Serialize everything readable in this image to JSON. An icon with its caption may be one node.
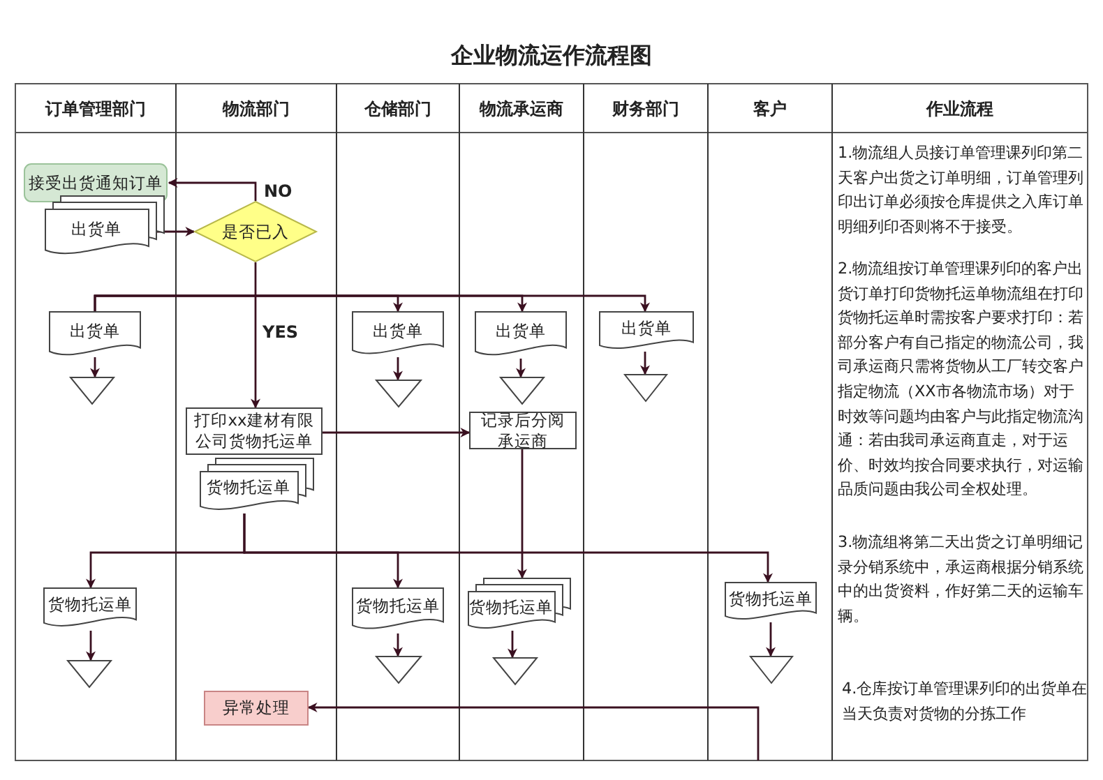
{
  "diagram": {
    "title": "企业物流运作流程图",
    "nodes": [
      {
        "text": [
          "接受出货通知订单"
        ]
      },
      {
        "text": [
          "出货单"
        ]
      },
      {
        "text": [
          "是否已入"
        ]
      },
      {
        "text": [
          "出货单"
        ]
      },
      {
        "text": [],
        "shape": "triangle"
      },
      {
        "text": [
          "出货单"
        ]
      },
      {
        "text": [],
        "shape": "triangle"
      },
      {
        "text": [
          "出货单"
        ]
      },
      {
        "text": [],
        "shape": "triangle"
      },
      {
        "text": [
          "出货单"
        ]
      },
      {
        "text": [],
        "shape": "triangle"
      },
      {
        "text": [
          "打印xx建材有限公司货物托运单"
        ]
      },
      {
        "text": [
          "记录后分阅承运商"
        ]
      },
      {
        "text": [
          "货物托运单"
        ]
      },
      {
        "text": [
          "货物托运单"
        ]
      },
      {
        "text": [],
        "shape": "triangle"
      },
      {
        "text": [
          "货物托运单"
        ]
      },
      {
        "text": [],
        "shape": "triangle"
      },
      {
        "text": [
          "货物托运单"
        ]
      },
      {
        "text": [],
        "shape": "triangle"
      },
      {
        "text": [
          "货物托运单"
        ]
      },
      {
        "text": [],
        "shape": "triangle"
      },
      {
        "text": [
          "异常处理"
        ]
      }
    ],
    "edges": [
      {
        "from": 1,
        "to": 2,
        "arrow": "to"
      },
      {
        "from": 2,
        "to": 0,
        "arrow": "to",
        "label": "NO"
      },
      {
        "from": 2,
        "to": 11,
        "arrow": "to",
        "label": "YES"
      },
      {
        "from": 3,
        "to": 4,
        "arrow": "to"
      },
      {
        "from": 3,
        "to": 5,
        "arrow": "to"
      },
      {
        "from": 3,
        "to": 7,
        "arrow": "to"
      },
      {
        "from": 3,
        "to": 9,
        "arrow": "to"
      },
      {
        "from": 5,
        "to": 6,
        "arrow": "to"
      },
      {
        "from": 7,
        "to": 8,
        "arrow": "to"
      },
      {
        "from": 9,
        "to": 10,
        "arrow": "to"
      },
      {
        "from": 11,
        "to": 12,
        "arrow": "to"
      },
      {
        "from": 13,
        "to": 14,
        "arrow": "to"
      },
      {
        "from": 13,
        "to": 16,
        "arrow": "to"
      },
      {
        "from": 13,
        "to": 20,
        "arrow": "to"
      },
      {
        "from": 12,
        "to": 18,
        "arrow": "to"
      },
      {
        "from": 14,
        "to": 15,
        "arrow": "to"
      },
      {
        "from": 16,
        "to": 17,
        "arrow": "to"
      },
      {
        "from": 18,
        "to": 19,
        "arrow": "to"
      },
      {
        "from": 20,
        "to": 21,
        "arrow": "to"
      },
      {
        "from": null,
        "to": 22,
        "arrow": "to"
      }
    ],
    "labels": [
      "订单管理部门",
      "物流部门",
      "仓储部门",
      "物流承运商",
      "财务部门",
      "客户",
      "作业流程",
      "1.物流组人员接订单管理课列印第二天客户出货之订单明细，订单管理列印出订单必须按仓库提供之入库订单明细列印否则将不于接受。",
      "2.物流组按订单管理课列印的客户出货订单打印货物托运单物流组在打印货物托运单时需按客户要求打印：若部分客户有自己指定的物流公司，我司承运商只需将货物从工厂转交客户指定物流（XX市各物流市场）对于时效等问题均由客户与此指定物流沟通：若由我司承运商直走，对于运价、时效均按合同要求执行，对运输品质问题由我公司全权处理。",
      "3.物流组将第二天出货之订单明细记录分销系统中，承运商根据分销系统中的出货资料，作好第二天的运输车辆。",
      "4.仓库按订单管理课列印的出货单在当天负责对货物的分拣工作"
    ]
  }
}
